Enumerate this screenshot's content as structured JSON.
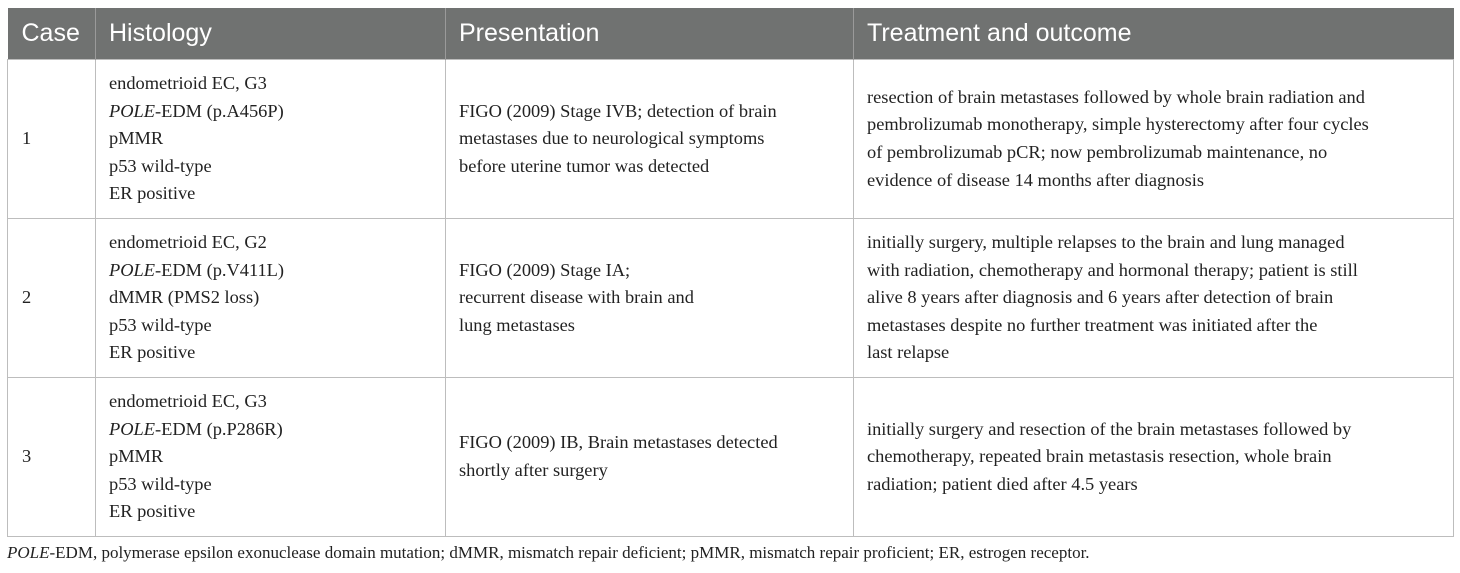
{
  "table": {
    "headers": [
      "Case",
      "Histology",
      "Presentation",
      "Treatment and outcome"
    ],
    "rows": [
      {
        "case": "1",
        "histology": {
          "l1": "endometrioid EC, G3",
          "l2_italic": "POLE",
          "l2_rest": "-EDM (p.A456P)",
          "l3": "pMMR",
          "l4": "p53 wild-type",
          "l5": "ER positive"
        },
        "presentation": [
          "FIGO (2009) Stage IVB; detection of brain",
          "metastases due to neurological symptoms",
          "before uterine tumor was detected"
        ],
        "treatment": [
          "resection of brain metastases followed by whole brain radiation and",
          "pembrolizumab monotherapy, simple hysterectomy after four cycles",
          "of pembrolizumab pCR; now pembrolizumab maintenance, no",
          "evidence of disease 14 months after diagnosis"
        ]
      },
      {
        "case": "2",
        "histology": {
          "l1": "endometrioid EC, G2",
          "l2_italic": "POLE",
          "l2_rest": "-EDM (p.V411L)",
          "l3": "dMMR (PMS2 loss)",
          "l4": "p53 wild-type",
          "l5": "ER positive"
        },
        "presentation": [
          "FIGO (2009) Stage IA;",
          "recurrent disease with brain and",
          "lung metastases"
        ],
        "treatment": [
          "initially surgery, multiple relapses to the brain and lung managed",
          "with radiation, chemotherapy and hormonal therapy; patient is still",
          "alive 8 years after diagnosis and 6 years after detection of brain",
          "metastases despite no further treatment was initiated after the",
          "last relapse"
        ]
      },
      {
        "case": "3",
        "histology": {
          "l1": "endometrioid EC, G3",
          "l2_italic": "POLE",
          "l2_rest": "-EDM (p.P286R)",
          "l3": "pMMR",
          "l4": "p53 wild-type",
          "l5": "ER positive"
        },
        "presentation": [
          "FIGO (2009) IB, Brain metastases detected",
          "shortly after surgery"
        ],
        "treatment": [
          "initially surgery and resection of the brain metastases followed by",
          "chemotherapy, repeated brain metastasis resection, whole brain",
          "radiation; patient died after 4.5 years"
        ]
      }
    ]
  },
  "footnote": {
    "italic": "POLE",
    "rest": "-EDM, polymerase epsilon exonuclease domain mutation; dMMR, mismatch repair deficient; pMMR, mismatch repair proficient; ER, estrogen receptor."
  }
}
